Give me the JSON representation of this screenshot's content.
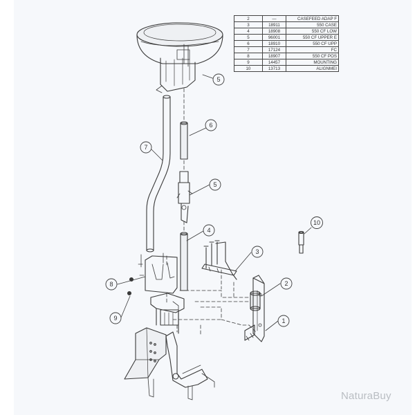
{
  "parts_table": {
    "rows": [
      {
        "item": "2",
        "part_no": "—",
        "description": "CASEFEED ADAP F"
      },
      {
        "item": "3",
        "part_no": "18911",
        "description": "550 CASE"
      },
      {
        "item": "4",
        "part_no": "18908",
        "description": "550 CF LOW"
      },
      {
        "item": "5",
        "part_no": "96001",
        "description": "550 CF UPPER E"
      },
      {
        "item": "6",
        "part_no": "18910",
        "description": "550 CF UPP"
      },
      {
        "item": "7",
        "part_no": "17124",
        "description": "FC"
      },
      {
        "item": "8",
        "part_no": "18907",
        "description": "550 CF POS"
      },
      {
        "item": "9",
        "part_no": "14457",
        "description": "MOUNTING"
      },
      {
        "item": "10",
        "part_no": "13713",
        "description": "ALIGNMEI"
      }
    ]
  },
  "callouts": {
    "c1": "1",
    "c2": "2",
    "c3": "3",
    "c4": "4",
    "c5a": "5",
    "c5b": "5",
    "c6": "6",
    "c7": "7",
    "c8": "8",
    "c9": "9",
    "c10": "10"
  },
  "watermark": "NaturaBuy",
  "colors": {
    "line": "#3a3a3a",
    "paper": "#f6f8fb",
    "watermark": "#b9bdc2"
  }
}
